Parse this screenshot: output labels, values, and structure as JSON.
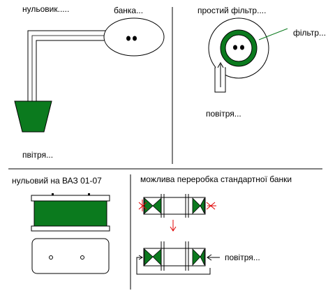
{
  "panels": {
    "top_left": {
      "label_pipe": "нульовик.....",
      "label_jar": "банка...",
      "label_air": "пвітря..."
    },
    "top_right": {
      "label_title": "простий фільтр....",
      "label_filter": "фільтр...",
      "label_air": "повітря..."
    },
    "bottom_left": {
      "label_title": "нульовий на ВАЗ 01-07"
    },
    "bottom_right": {
      "label_title": "можлива переробка стандартної банки",
      "label_air": "повітря..."
    }
  },
  "colors": {
    "green": "#0b7a1e",
    "red": "#e00000",
    "line": "#000000"
  }
}
